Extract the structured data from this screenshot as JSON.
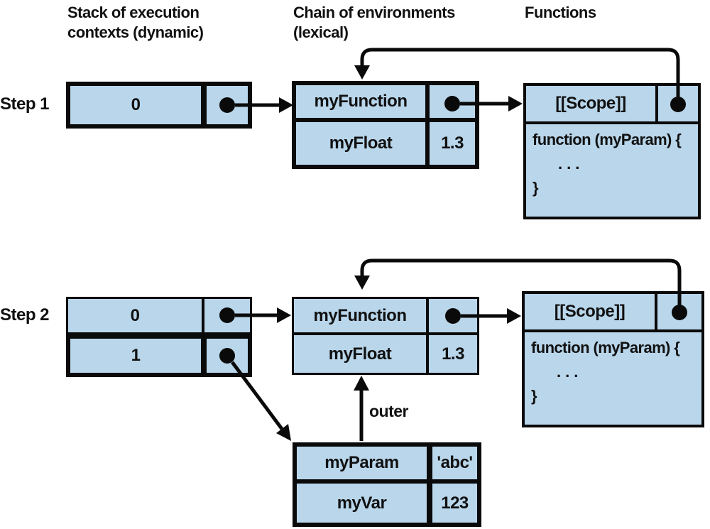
{
  "colors": {
    "box_fill": "#b9d6eb",
    "line": "#0a0a0a"
  },
  "headers": {
    "stack": "Stack of execution contexts (dynamic)",
    "chain": "Chain of environments (lexical)",
    "functions": "Functions"
  },
  "step1": {
    "label": "Step 1",
    "stack_rows": [
      {
        "index": "0"
      }
    ],
    "env_rows": [
      {
        "name": "myFunction"
      },
      {
        "name": "myFloat",
        "value": "1.3"
      }
    ],
    "function_box": {
      "scope_label": "[[Scope]]",
      "body_line1": "function (myParam) {",
      "body_line2": "...",
      "body_line3": "}"
    }
  },
  "step2": {
    "label": "Step 2",
    "stack_rows": [
      {
        "index": "0"
      },
      {
        "index": "1"
      }
    ],
    "env_rows": [
      {
        "name": "myFunction"
      },
      {
        "name": "myFloat",
        "value": "1.3"
      }
    ],
    "function_box": {
      "scope_label": "[[Scope]]",
      "body_line1": "function (myParam) {",
      "body_line2": "...",
      "body_line3": "}"
    },
    "new_env_rows": [
      {
        "name": "myParam",
        "value": "'abc'"
      },
      {
        "name": "myVar",
        "value": "123"
      }
    ],
    "outer_label": "outer"
  }
}
